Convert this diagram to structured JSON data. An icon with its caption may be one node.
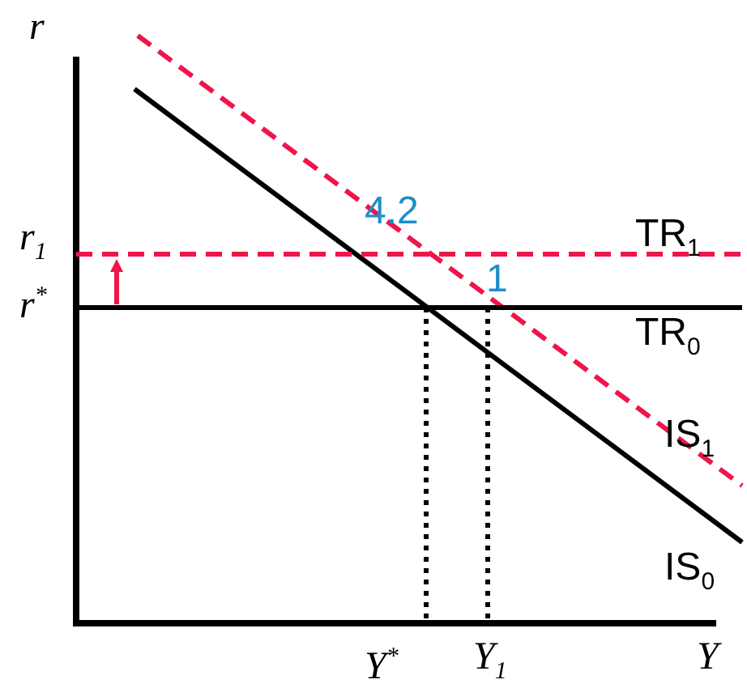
{
  "diagram": {
    "labels": [
      "r",
      "r$_{1}$",
      "r$^{*}$",
      "4.2",
      "TR$_{1}$",
      "1",
      "TR$_{0}$",
      "IS$_{1}$",
      "IS$_{0}$",
      "Y$^{*}$",
      "Y$_{1}$",
      "Y"
    ]
  }
}
